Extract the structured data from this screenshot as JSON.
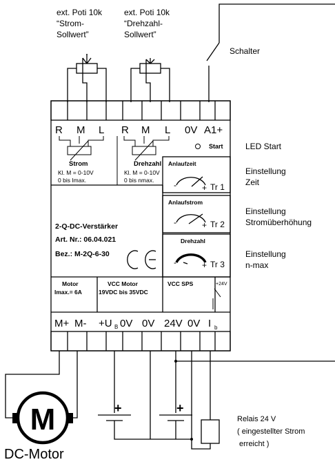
{
  "pot_strom": {
    "line1": "ext. Poti 10k",
    "line2": "“Strom-",
    "line3": "Sollwert”"
  },
  "pot_drehzahl": {
    "line1": "ext. Poti 10k",
    "line2": "“Drehzahl-",
    "line3": "Sollwert”"
  },
  "schalter": "Schalter",
  "top_terminals": {
    "r1": "R",
    "m1": "M",
    "l1": "L",
    "r2": "R",
    "m2": "M",
    "l2": "L",
    "zero_v": "0V",
    "a1": "A1+"
  },
  "strom_block": {
    "title": "Strom",
    "info1": "Kl. M = 0-10V",
    "info2": "0 bis Imax."
  },
  "drehzahl_block": {
    "title": "Drehzahl",
    "info1": "Kl. M = 0-10V",
    "info2": "0 bis nmax."
  },
  "start_label": "Start",
  "led_start": "LED Start",
  "trimmers": [
    {
      "name": "Anlaufzeit",
      "id": "Tr 1",
      "desc1": "Einstellung",
      "desc2": "Zeit"
    },
    {
      "name": "Anlaufstrom",
      "id": "Tr 2",
      "desc1": "Einstellung",
      "desc2": "Stromüberhöhung"
    },
    {
      "name": "Drehzahl",
      "id": "Tr 3",
      "desc1": "Einstellung",
      "desc2": "n-max"
    }
  ],
  "module": {
    "name": "2-Q-DC-Verstärker",
    "art": "Art. Nr.: 06.04.021",
    "bez": "Bez.: M-2Q-6-30",
    "ce": "CE"
  },
  "bottom_sections": {
    "motor": {
      "l1": "Motor",
      "l2": "Imax.= 6A"
    },
    "vcc_motor": {
      "l1": "VCC Motor",
      "l2": "19VDC bis 35VDC"
    },
    "vcc_sps": {
      "l1": "VCC SPS"
    },
    "plus24": "+24V"
  },
  "bottom_terminals": {
    "m_plus": "M+",
    "m_minus": "M-",
    "ub": "+U",
    "ub_sub": "B",
    "zero1": "0V",
    "zero2": "0V",
    "v24": "24V",
    "zero3": "0V",
    "ib": "I",
    "ib_sub": "b"
  },
  "motor_symbol": "M",
  "dc_motor": "DC-Motor",
  "relay": {
    "l1": "Relais 24 V",
    "l2": "( eingestellter Strom",
    "l3": "erreicht )"
  }
}
